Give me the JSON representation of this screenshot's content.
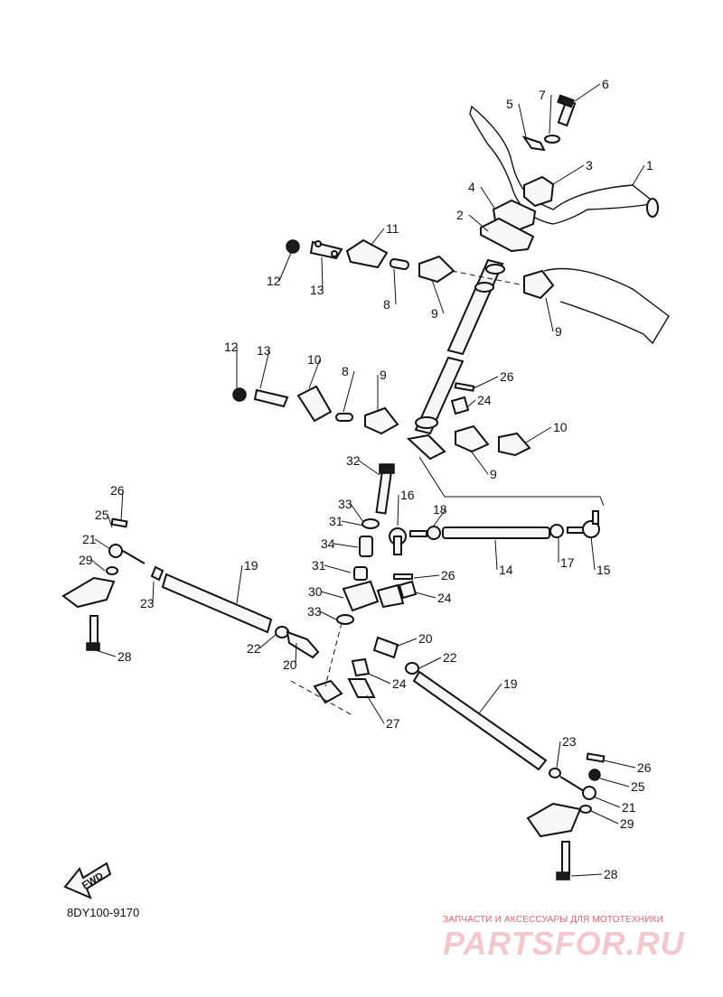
{
  "diagram": {
    "callouts": [
      {
        "id": "c1",
        "label": "1"
      },
      {
        "id": "c2",
        "label": "2"
      },
      {
        "id": "c3",
        "label": "3"
      },
      {
        "id": "c4",
        "label": "4"
      },
      {
        "id": "c5",
        "label": "5"
      },
      {
        "id": "c6",
        "label": "6"
      },
      {
        "id": "c7",
        "label": "7"
      },
      {
        "id": "c8a",
        "label": "8"
      },
      {
        "id": "c8b",
        "label": "8"
      },
      {
        "id": "c9a",
        "label": "9"
      },
      {
        "id": "c9b",
        "label": "9"
      },
      {
        "id": "c9c",
        "label": "9"
      },
      {
        "id": "c9d",
        "label": "9"
      },
      {
        "id": "c10a",
        "label": "10"
      },
      {
        "id": "c10b",
        "label": "10"
      },
      {
        "id": "c11",
        "label": "11"
      },
      {
        "id": "c12a",
        "label": "12"
      },
      {
        "id": "c12b",
        "label": "12"
      },
      {
        "id": "c13a",
        "label": "13"
      },
      {
        "id": "c13b",
        "label": "13"
      },
      {
        "id": "c14",
        "label": "14"
      },
      {
        "id": "c15",
        "label": "15"
      },
      {
        "id": "c16",
        "label": "16"
      },
      {
        "id": "c17",
        "label": "17"
      },
      {
        "id": "c18",
        "label": "18"
      },
      {
        "id": "c19a",
        "label": "19"
      },
      {
        "id": "c19b",
        "label": "19"
      },
      {
        "id": "c20a",
        "label": "20"
      },
      {
        "id": "c20b",
        "label": "20"
      },
      {
        "id": "c21a",
        "label": "21"
      },
      {
        "id": "c21b",
        "label": "21"
      },
      {
        "id": "c22a",
        "label": "22"
      },
      {
        "id": "c22b",
        "label": "22"
      },
      {
        "id": "c23a",
        "label": "23"
      },
      {
        "id": "c23b",
        "label": "23"
      },
      {
        "id": "c24a",
        "label": "24"
      },
      {
        "id": "c24b",
        "label": "24"
      },
      {
        "id": "c24c",
        "label": "24"
      },
      {
        "id": "c25a",
        "label": "25"
      },
      {
        "id": "c25b",
        "label": "25"
      },
      {
        "id": "c26a",
        "label": "26"
      },
      {
        "id": "c26b",
        "label": "26"
      },
      {
        "id": "c26c",
        "label": "26"
      },
      {
        "id": "c27",
        "label": "27"
      },
      {
        "id": "c28a",
        "label": "28"
      },
      {
        "id": "c28b",
        "label": "28"
      },
      {
        "id": "c29a",
        "label": "29"
      },
      {
        "id": "c29b",
        "label": "29"
      },
      {
        "id": "c30",
        "label": "30"
      },
      {
        "id": "c31a",
        "label": "31"
      },
      {
        "id": "c31b",
        "label": "31"
      },
      {
        "id": "c32",
        "label": "32"
      },
      {
        "id": "c33a",
        "label": "33"
      },
      {
        "id": "c33b",
        "label": "33"
      },
      {
        "id": "c34",
        "label": "34"
      }
    ],
    "fwd_label": "FWD",
    "drawing_code": "8DY100-9170"
  },
  "watermark": {
    "tagline": "ЗАПЧАСТИ И АКСЕССУАРЫ ДЛЯ МОТОТЕХНИКИ",
    "brand": "PARTSFOR.RU",
    "color": "#e0636e"
  }
}
